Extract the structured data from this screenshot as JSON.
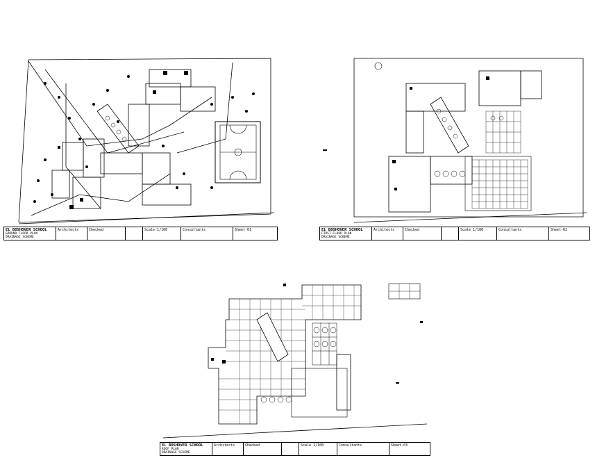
{
  "sheets": [
    {
      "school": "EL BOSHOVER SCHOOL",
      "title_line1": "GROUND FLOOR PLAN",
      "title_line2": "DRAINAGE SCHEME",
      "architect_label": "Architects",
      "checked_label": "Checked",
      "scale_label": "Scale 1/100",
      "project_label": "Consultants",
      "stamp": "Sheet-01"
    },
    {
      "school": "EL BOSHOVER SCHOOL",
      "title_line1": "FIRST FLOOR PLAN",
      "title_line2": "DRAINAGE SCHEME",
      "architect_label": "Architects",
      "checked_label": "Checked",
      "scale_label": "Scale 1/100",
      "project_label": "Consultants",
      "stamp": "Sheet-02"
    },
    {
      "school": "EL BOSHOVER SCHOOL",
      "title_line1": "ROOF PLAN",
      "title_line2": "DRAINAGE SCHEME",
      "architect_label": "Architects",
      "checked_label": "Checked",
      "scale_label": "Scale 1/100",
      "project_label": "Consultants",
      "stamp": "Sheet-03"
    }
  ]
}
